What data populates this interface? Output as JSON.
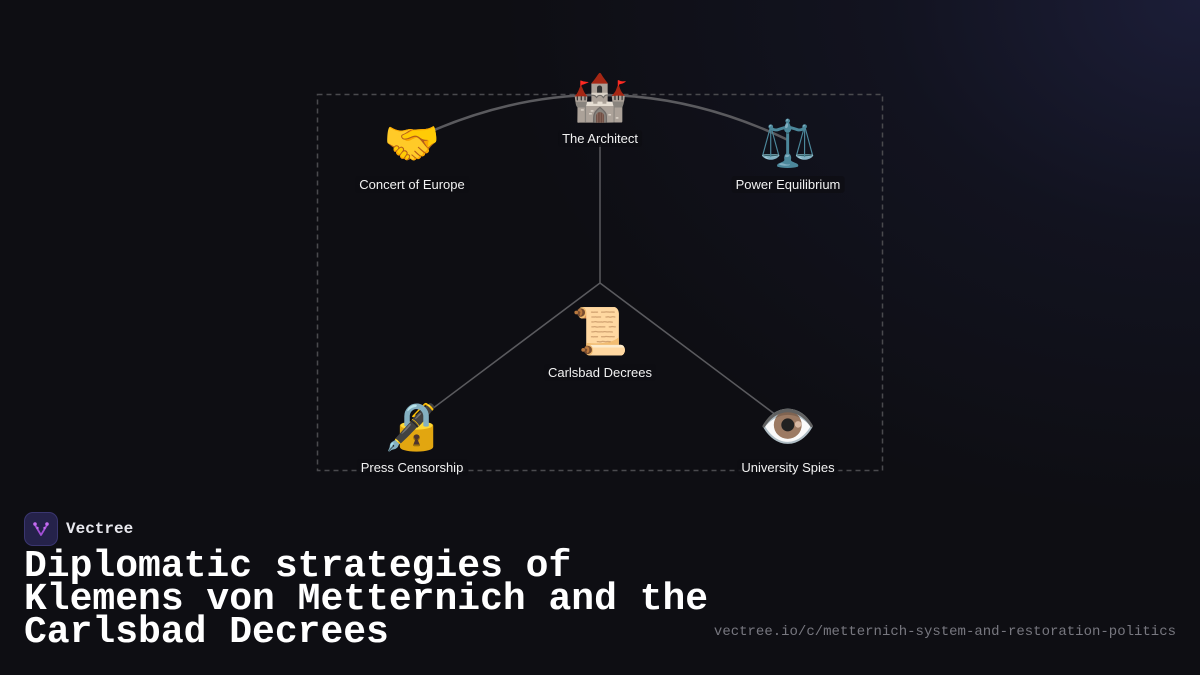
{
  "diagram": {
    "root": {
      "label": "The Architect",
      "icon": "🏰",
      "icon_name": "castle-icon"
    },
    "nodes": [
      {
        "id": "concert",
        "label": "Concert of Europe",
        "icon": "🤝",
        "icon_name": "handshake-icon"
      },
      {
        "id": "equilibrium",
        "label": "Power Equilibrium",
        "icon": "⚖️",
        "icon_name": "balance-scale-icon"
      },
      {
        "id": "decrees",
        "label": "Carlsbad Decrees",
        "icon": "📜",
        "icon_name": "scroll-icon"
      },
      {
        "id": "censorship",
        "label": "Press Censorship",
        "icon": "🔏",
        "icon_name": "locked-with-pen-icon"
      },
      {
        "id": "spies",
        "label": "University Spies",
        "icon": "👁️",
        "icon_name": "eye-icon"
      }
    ],
    "edges": [
      {
        "from": "The Architect",
        "to": "Concert of Europe"
      },
      {
        "from": "The Architect",
        "to": "Power Equilibrium"
      },
      {
        "from": "The Architect",
        "to": "Carlsbad Decrees"
      },
      {
        "from": "Carlsbad Decrees",
        "to": "Press Censorship"
      },
      {
        "from": "Carlsbad Decrees",
        "to": "University Spies"
      }
    ]
  },
  "brand": {
    "name": "Vectree"
  },
  "title": {
    "line1": "Diplomatic strategies of",
    "line2": "Klemens von Metternich and the",
    "line3": "Carlsbad Decrees"
  },
  "url": "vectree.io/c/metternich-system-and-restoration-politics",
  "colors": {
    "background": "#0e0e13",
    "edge": "#5a5a5e",
    "dashed_border": "#4a4a4e",
    "brand_logo_bg": "#25224a",
    "brand_accent": "#a34fd6",
    "url_text": "#77777f"
  }
}
